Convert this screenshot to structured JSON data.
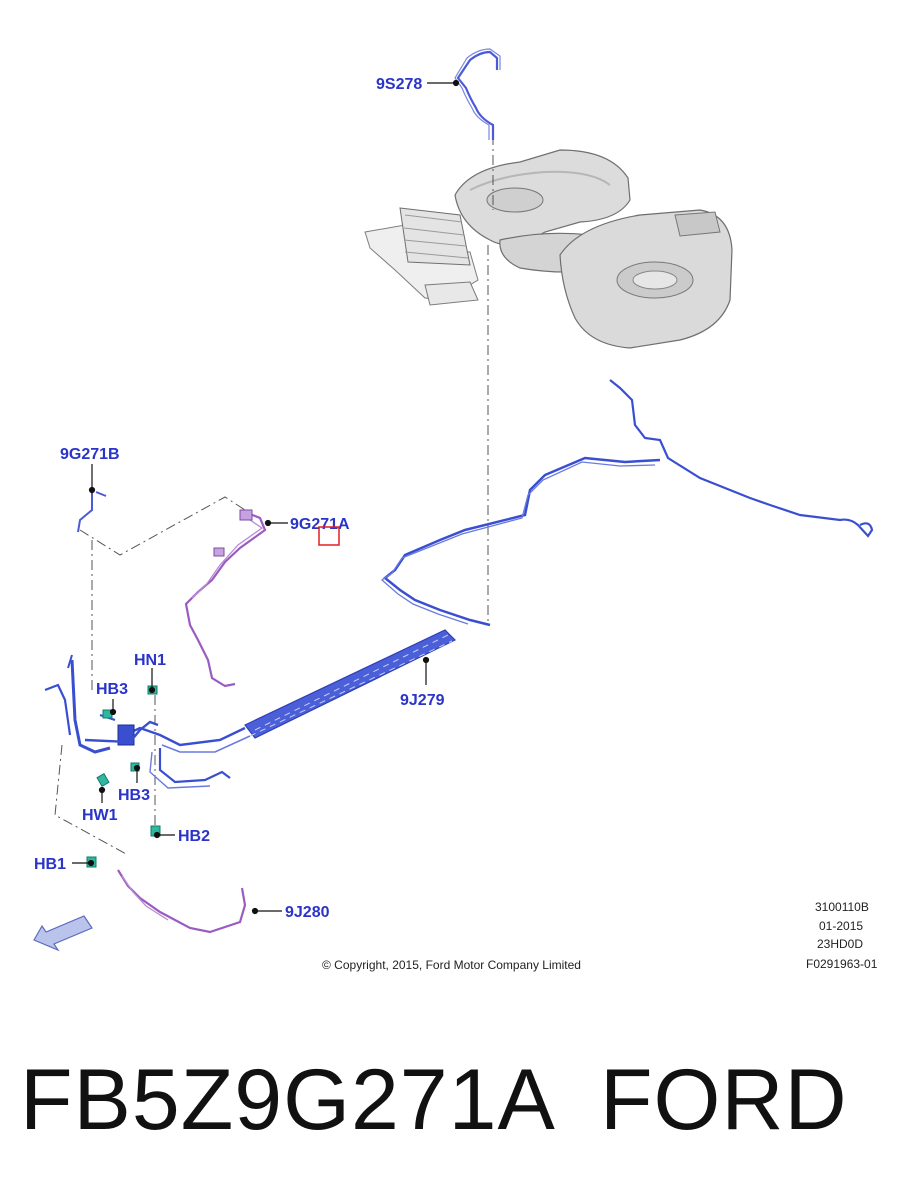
{
  "callouts": {
    "c_9s278": "9S278",
    "c_9g271b": "9G271B",
    "c_9g271a": "9G271A",
    "c_9j279": "9J279",
    "c_hn1": "HN1",
    "c_hb3_top": "HB3",
    "c_hb3_bottom": "HB3",
    "c_hw1": "HW1",
    "c_hb2": "HB2",
    "c_hb1": "HB1",
    "c_9j280": "9J280"
  },
  "meta": {
    "ref_code": "3100110B",
    "date": "01-2015",
    "model_code": "23HD0D",
    "figure_id": "F0291963-01"
  },
  "copyright": "© Copyright, 2015, Ford Motor Company Limited",
  "caption": {
    "part_number": "FB5Z9G271A",
    "brand": "FORD"
  },
  "colors": {
    "callout_text": "#2a34c8",
    "fuel_line_blue": "#3a4fd0",
    "vapor_line_purple": "#9a5cc0",
    "clip_teal": "#2fb8a0",
    "highlight_box": "#e02020",
    "tank_grey": "#d8d8d8"
  },
  "icons": {
    "front_direction": "front-arrow-icon"
  }
}
